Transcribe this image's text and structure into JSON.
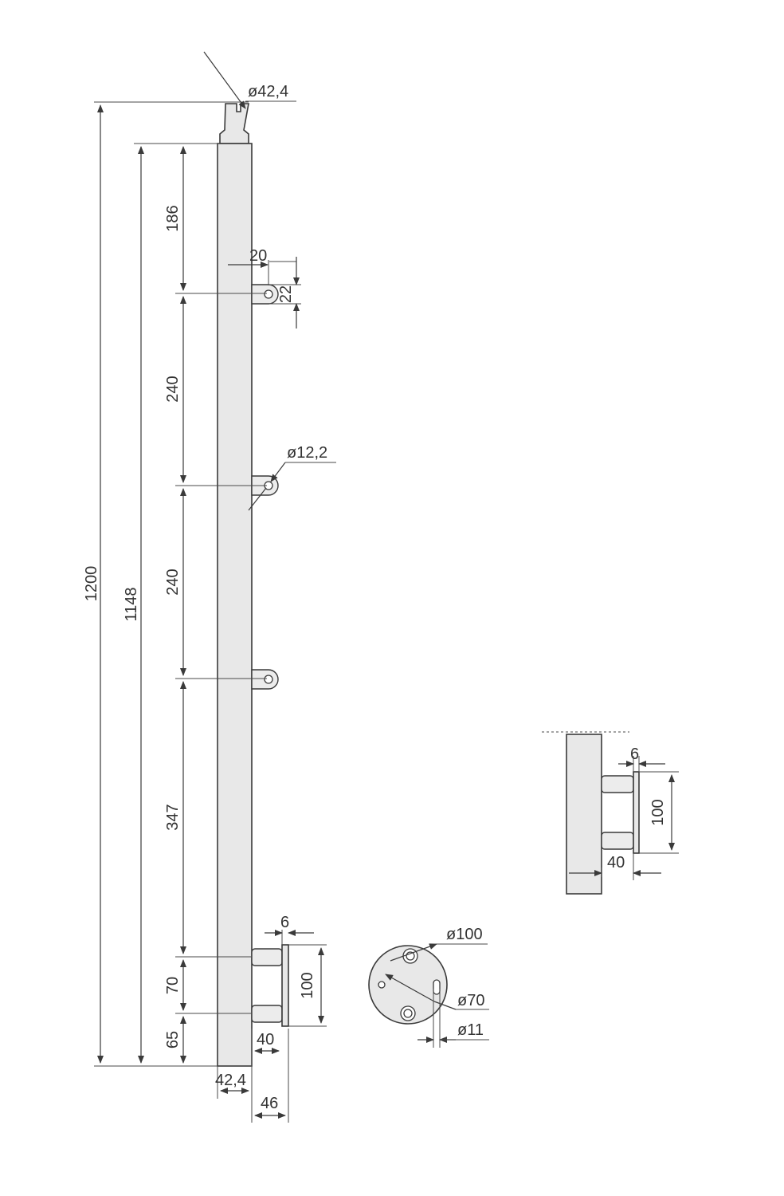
{
  "dimensions": {
    "top_diameter": "ø42,4",
    "total_height": "1200",
    "post_height": "1148",
    "seg_top": "186",
    "seg_2": "240",
    "seg_3": "240",
    "seg_4": "347",
    "seg_5": "70",
    "seg_bottom": "65",
    "lug_offset": "20",
    "lug_height": "22",
    "hole_diameter": "ø12,2",
    "post_width": "42,4",
    "base_offset": "46",
    "plate_thickness": "6",
    "plate_height": "100",
    "standoff_length": "40"
  },
  "base_plate_view": {
    "plate_diameter": "ø100",
    "hole_circle_diameter": "ø70",
    "bolt_hole_diameter": "ø11"
  },
  "detail_view": {
    "plate_thickness": "6",
    "plate_height": "100",
    "standoff_length": "40"
  },
  "colors": {
    "line": "#3a3a3a",
    "fill": "#e8e8e8",
    "text": "#333333"
  }
}
